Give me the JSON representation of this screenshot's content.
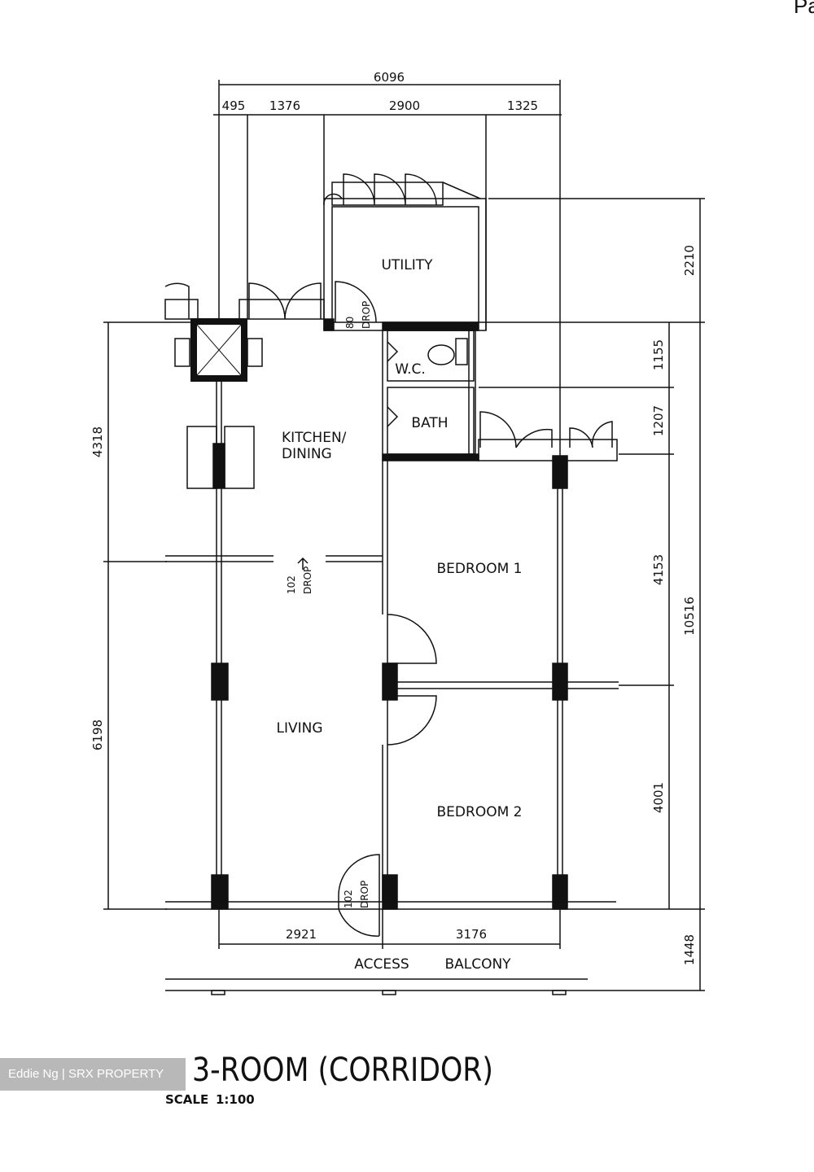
{
  "page_corner_text": "Pa",
  "plan": {
    "title": "3-ROOM (CORRIDOR)",
    "scale_label": "SCALE",
    "scale_value": "1:100",
    "rooms": {
      "utility": "UTILITY",
      "wc": "W.C.",
      "bath": "BATH",
      "kitchen_line1": "KITCHEN/",
      "kitchen_line2": "DINING",
      "bedroom1": "BEDROOM 1",
      "bedroom2": "BEDROOM 2",
      "living": "LIVING",
      "access": "ACCESS",
      "balcony": "BALCONY"
    },
    "drops": {
      "utility_drop_value": "80",
      "utility_drop_label": "DROP",
      "living_drop_value": "102",
      "living_drop_label": "DROP",
      "entrance_drop_value": "102",
      "entrance_drop_label": "DROP"
    },
    "dimensions": {
      "top_total": "6096",
      "top_segments": [
        "495",
        "1376",
        "2900",
        "1325"
      ],
      "right_outer": [
        "2210",
        "10516",
        "1448"
      ],
      "right_inner": [
        "1155",
        "1207",
        "4153",
        "4001"
      ],
      "left": [
        "4318",
        "6198"
      ],
      "bottom": [
        "2921",
        "3176"
      ]
    }
  },
  "watermark": "Eddie Ng | SRX PROPERTY"
}
